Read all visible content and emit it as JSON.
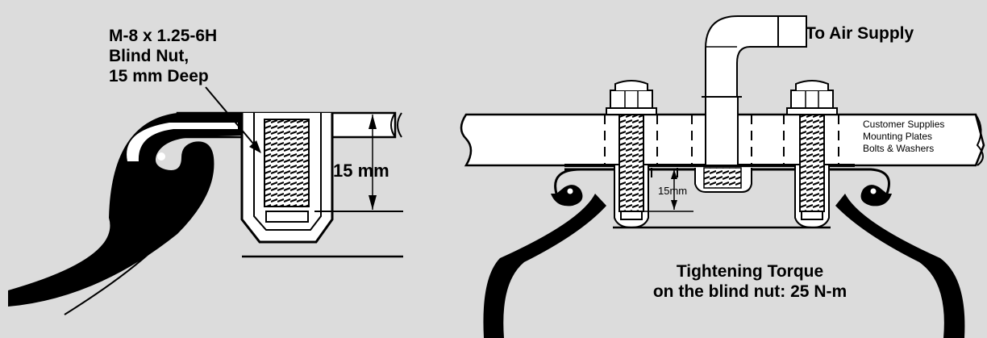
{
  "left_view": {
    "nut_label": [
      "M-8 x 1.25-6H",
      "Blind Nut,",
      "15 mm Deep"
    ],
    "depth_label": "15 mm"
  },
  "right_view": {
    "air_supply_label": "To Air Supply",
    "customer_supplies": [
      "Customer Supplies",
      "Mounting Plates",
      "Bolts & Washers"
    ],
    "depth_label": "15mm",
    "torque_label": [
      "Tightening Torque",
      "on the blind nut: 25 N-m"
    ]
  },
  "colors": {
    "background": "#dcdcdc",
    "ink": "#000000",
    "fill": "#ffffff"
  }
}
